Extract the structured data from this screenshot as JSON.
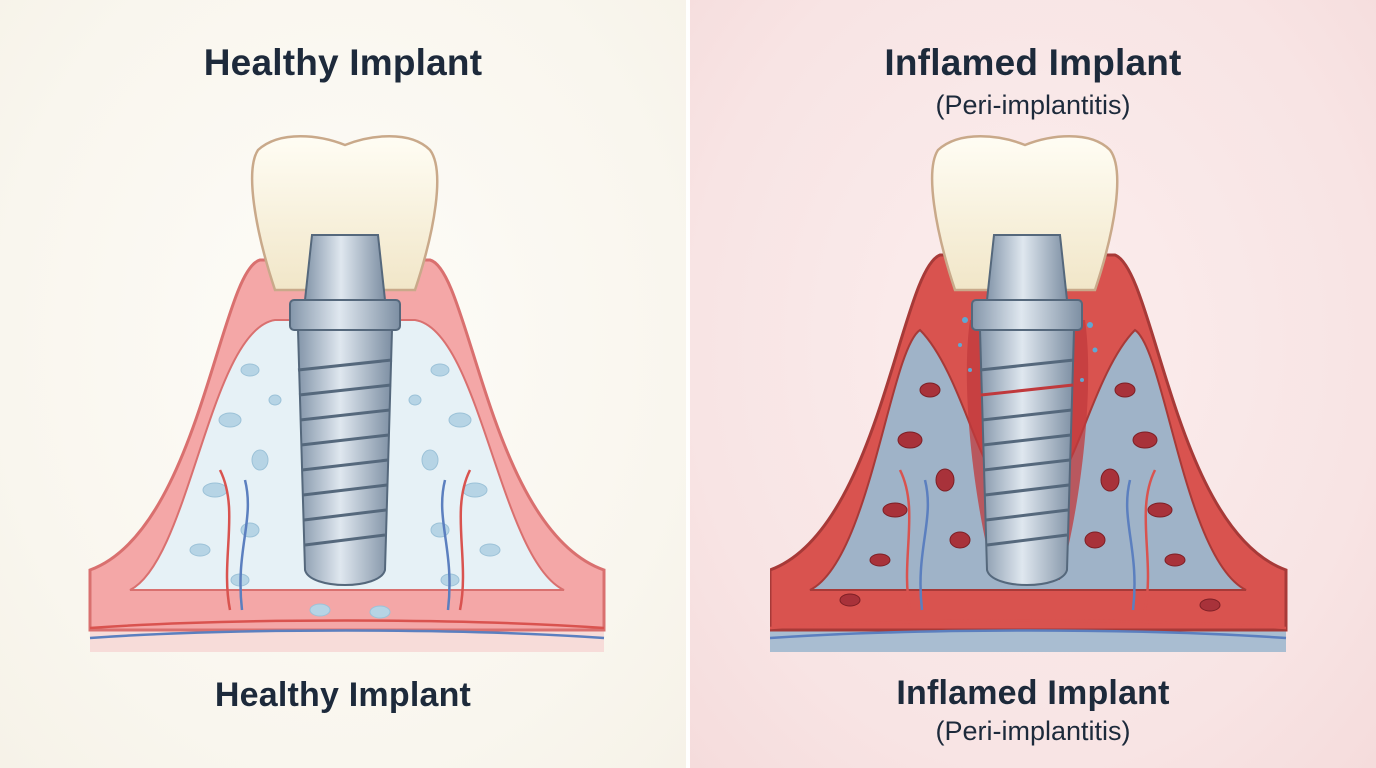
{
  "left_panel": {
    "title_top": "Healthy Implant",
    "title_bottom": "Healthy Implant"
  },
  "right_panel": {
    "title_top": "Inflamed Implant",
    "subtitle_top": "(Peri-implantitis)",
    "title_bottom": "Inflamed Implant",
    "subtitle_bottom": "(Peri-implantitis)"
  },
  "colors": {
    "healthy_gum": "#f4a7a7",
    "healthy_bone": "#e6f1f6",
    "inflamed_gum": "#d9534f",
    "inflamed_bone": "#9fb3c8",
    "implant_metal": "#a9b8c8",
    "crown": "#f6efd9",
    "title_text": "#1d2a3b"
  }
}
